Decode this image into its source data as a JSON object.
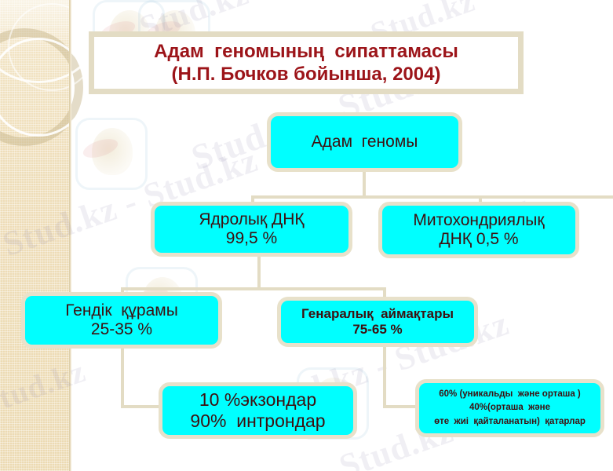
{
  "slide": {
    "title": {
      "line1": "Адам  геномының  сипаттамасы",
      "line2": "(Н.П. Бочков бойынша, 2004)"
    },
    "colors": {
      "node_fill": "#00ffff",
      "node_border": "#e8e1ca",
      "title_text": "#9c1419",
      "node_text": "#3d1010",
      "band": "#eeddb8",
      "connector": "#e3dcc4"
    },
    "nodes": {
      "root": {
        "line1": "Адам  геномы"
      },
      "nuclear_dna": {
        "line1": "Ядролық ДНҚ",
        "line2": "99,5 %"
      },
      "mitochondrial_dna": {
        "line1": "Митохондриялық",
        "line2": "ДНҚ 0,5 %"
      },
      "genic_composition": {
        "line1": "Гендік  құрамы",
        "line2": "25-35 %"
      },
      "intergenic_regions": {
        "line1": "Генаралық  аймақтары",
        "line2": "75-65 %"
      },
      "exons_introns": {
        "line1": "10 %экзондар",
        "line2": "90%  интрондар"
      },
      "repeats": {
        "line1": "60% (уникальды  және орташа )",
        "line2": "40%(орташа  және",
        "line3": "өте  жиі  қайталанатын)  қатарлар"
      }
    },
    "watermark": {
      "text": "Stud.kz",
      "separator": "Stud.kz - Stud.kz"
    }
  }
}
